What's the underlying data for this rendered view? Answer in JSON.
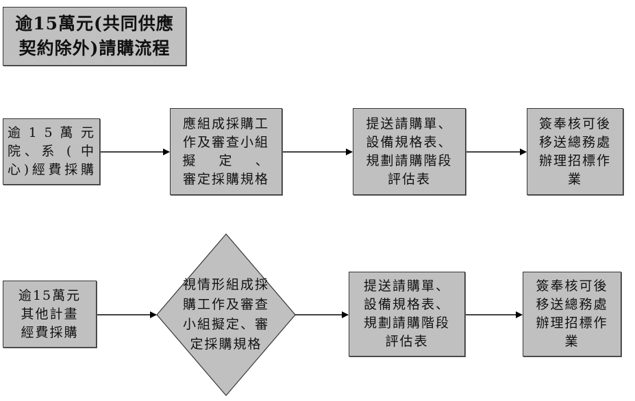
{
  "title": {
    "lines": [
      "逾15萬元(共同供應",
      "契約除外)請購流程"
    ]
  },
  "flows": [
    {
      "id": "row1",
      "steps": [
        {
          "lines": [
            "逾 1 5 萬 元",
            "院、系 ( 中",
            "心)經費採購"
          ]
        },
        {
          "lines": [
            "應組成採購工",
            "作及審查小組",
            "擬    定    、",
            "審定採購規格"
          ]
        },
        {
          "lines": [
            "提送請購單、",
            "設備規格表、",
            "規劃請購階段",
            "評估表"
          ]
        },
        {
          "lines": [
            "簽奉核可後",
            "移送總務處",
            "辦理招標作",
            "業"
          ]
        }
      ]
    },
    {
      "id": "row2",
      "steps": [
        {
          "lines": [
            "逾15萬元",
            "其他計畫",
            "經費採購"
          ]
        },
        {
          "shape": "diamond",
          "lines": [
            "視情形組成採",
            "購工作及審查",
            "小組擬定、審",
            "定採購規格"
          ]
        },
        {
          "lines": [
            "提送請購單、",
            "設備規格表、",
            "規劃請購階段",
            "評估表"
          ]
        },
        {
          "lines": [
            "簽奉核可後",
            "移送總務處",
            "辦理招標作",
            "業"
          ]
        }
      ]
    }
  ],
  "colors": {
    "box_fill": "#c0c0c0",
    "border": "#333333",
    "arrow": "#000000"
  }
}
